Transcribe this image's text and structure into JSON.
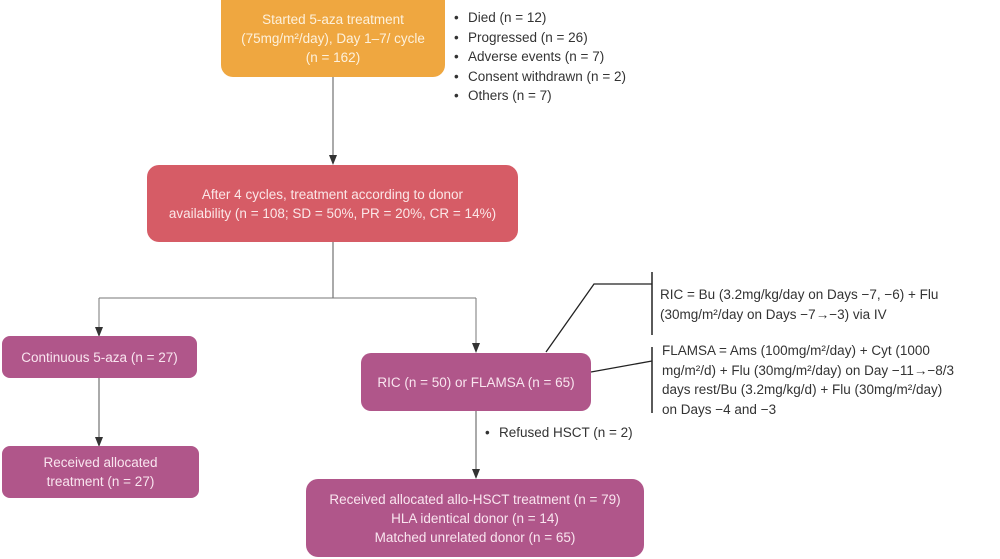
{
  "diagram": {
    "type": "flowchart",
    "nodes": {
      "start": {
        "lines": [
          "Started 5-aza treatment",
          "(75mg/m²/day), Day 1–7/ cycle",
          "(n = 162)"
        ],
        "color": "#efa740"
      },
      "after_cycles": {
        "lines": [
          "After 4 cycles, treatment according to donor",
          "availability (n = 108; SD = 50%, PR = 20%, CR = 14%)"
        ],
        "color": "#d65c66"
      },
      "continuous": {
        "lines": [
          "Continuous 5-aza (n = 27)"
        ],
        "color": "#b0568a"
      },
      "ric_flamsa": {
        "lines": [
          "RIC (n = 50) or FLAMSA (n = 65)"
        ],
        "color": "#b0568a"
      },
      "received_allocated": {
        "lines": [
          "Received allocated",
          "treatment  (n = 27)"
        ],
        "color": "#b0568a"
      },
      "received_allo_hsct": {
        "lines": [
          "Received allocated allo-HSCT treatment (n = 79)",
          "HLA identical donor (n = 14)",
          "Matched unrelated donor (n = 65)"
        ],
        "color": "#b0568a"
      }
    },
    "exclusions_start": [
      "Died (n = 12)",
      "Progressed (n = 26)",
      "Adverse events (n = 7)",
      "Consent withdrawn (n = 2)",
      "Others (n = 7)"
    ],
    "exclusions_ric": [
      "Refused HSCT (n = 2)"
    ],
    "notes": {
      "ric": [
        "RIC = Bu (3.2mg/kg/day on Days −7, −6) + Flu",
        "(30mg/m²/day on Days −7→−3) via IV"
      ],
      "flamsa": [
        "FLAMSA = Ams (100mg/m²/day) + Cyt (1000",
        "mg/m²/d) + Flu (30mg/m²/day) on Day −11→−8/3",
        "days rest/Bu (3.2mg/kg/d) + Flu (30mg/m²/day)",
        "on Days −4 and −3"
      ]
    },
    "edges": [
      {
        "from": "start",
        "to": "after_cycles"
      },
      {
        "from": "after_cycles",
        "to": "continuous"
      },
      {
        "from": "after_cycles",
        "to": "ric_flamsa"
      },
      {
        "from": "continuous",
        "to": "received_allocated"
      },
      {
        "from": "ric_flamsa",
        "to": "received_allo_hsct"
      }
    ],
    "line_color": "#444444"
  }
}
